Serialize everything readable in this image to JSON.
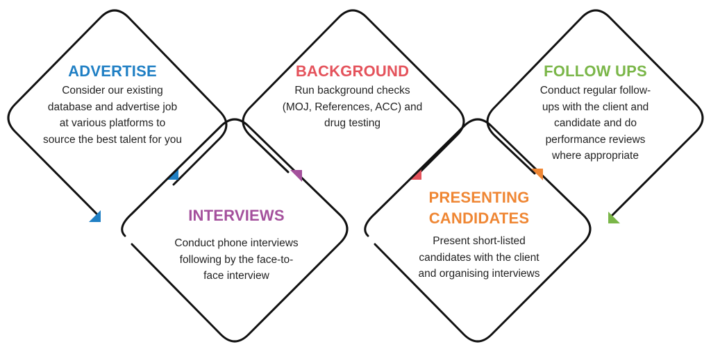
{
  "colors": {
    "outline": "#111111",
    "advertise": "#1f7fc4",
    "interviews": "#a4509c",
    "background": "#e4525b",
    "presenting": "#ef8633",
    "follow_ups": "#7ab648"
  },
  "steps": [
    {
      "id": "advertise",
      "title": "ADVERTISE",
      "body": "Consider our existing database and advertise job at various platforms to source the best talent for you"
    },
    {
      "id": "interviews",
      "title": "INTERVIEWS",
      "body": "Conduct phone interviews following by the face-to-face interview"
    },
    {
      "id": "background",
      "title": "BACKGROUND",
      "body": "Run background checks (MOJ, References, ACC) and drug testing"
    },
    {
      "id": "presenting",
      "title": "PRESENTING CANDIDATES",
      "body": "Present short-listed candidates with the client and organising interviews"
    },
    {
      "id": "follow_ups",
      "title": "FOLLOW UPS",
      "body": "Conduct regular follow-ups with the client and candidate and do performance reviews where appropriate"
    }
  ]
}
